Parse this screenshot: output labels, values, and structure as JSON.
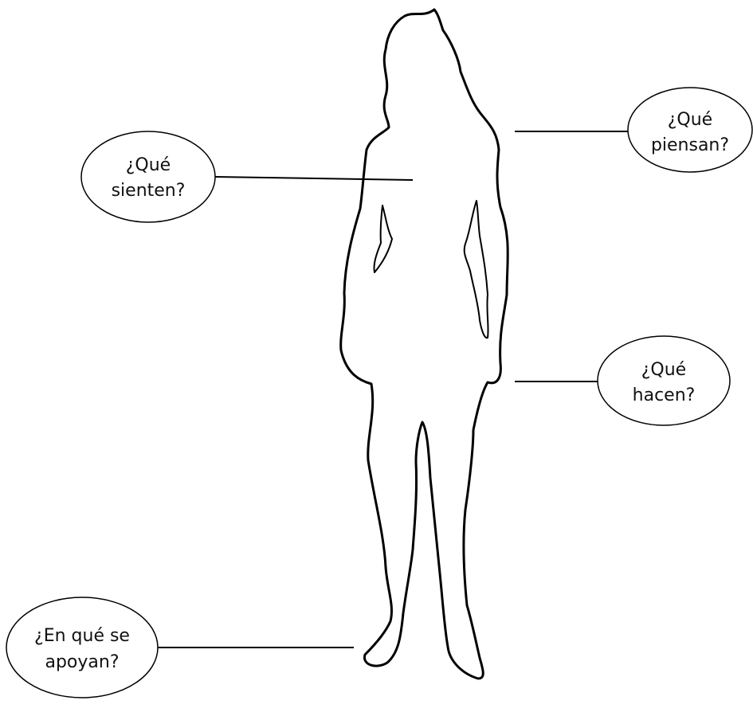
{
  "figure": {
    "name": "silhouette-of-person"
  },
  "bubbles": {
    "sienten": {
      "line1": "¿Qué",
      "line2": "sienten?"
    },
    "piensan": {
      "line1": "¿Qué",
      "line2": "piensan?"
    },
    "hacen": {
      "line1": "¿Qué",
      "line2": "hacen?"
    },
    "apoyan": {
      "line1": "¿En qué se",
      "line2": "apoyan?"
    }
  },
  "colors": {
    "stroke": "#000000",
    "background": "#ffffff"
  }
}
